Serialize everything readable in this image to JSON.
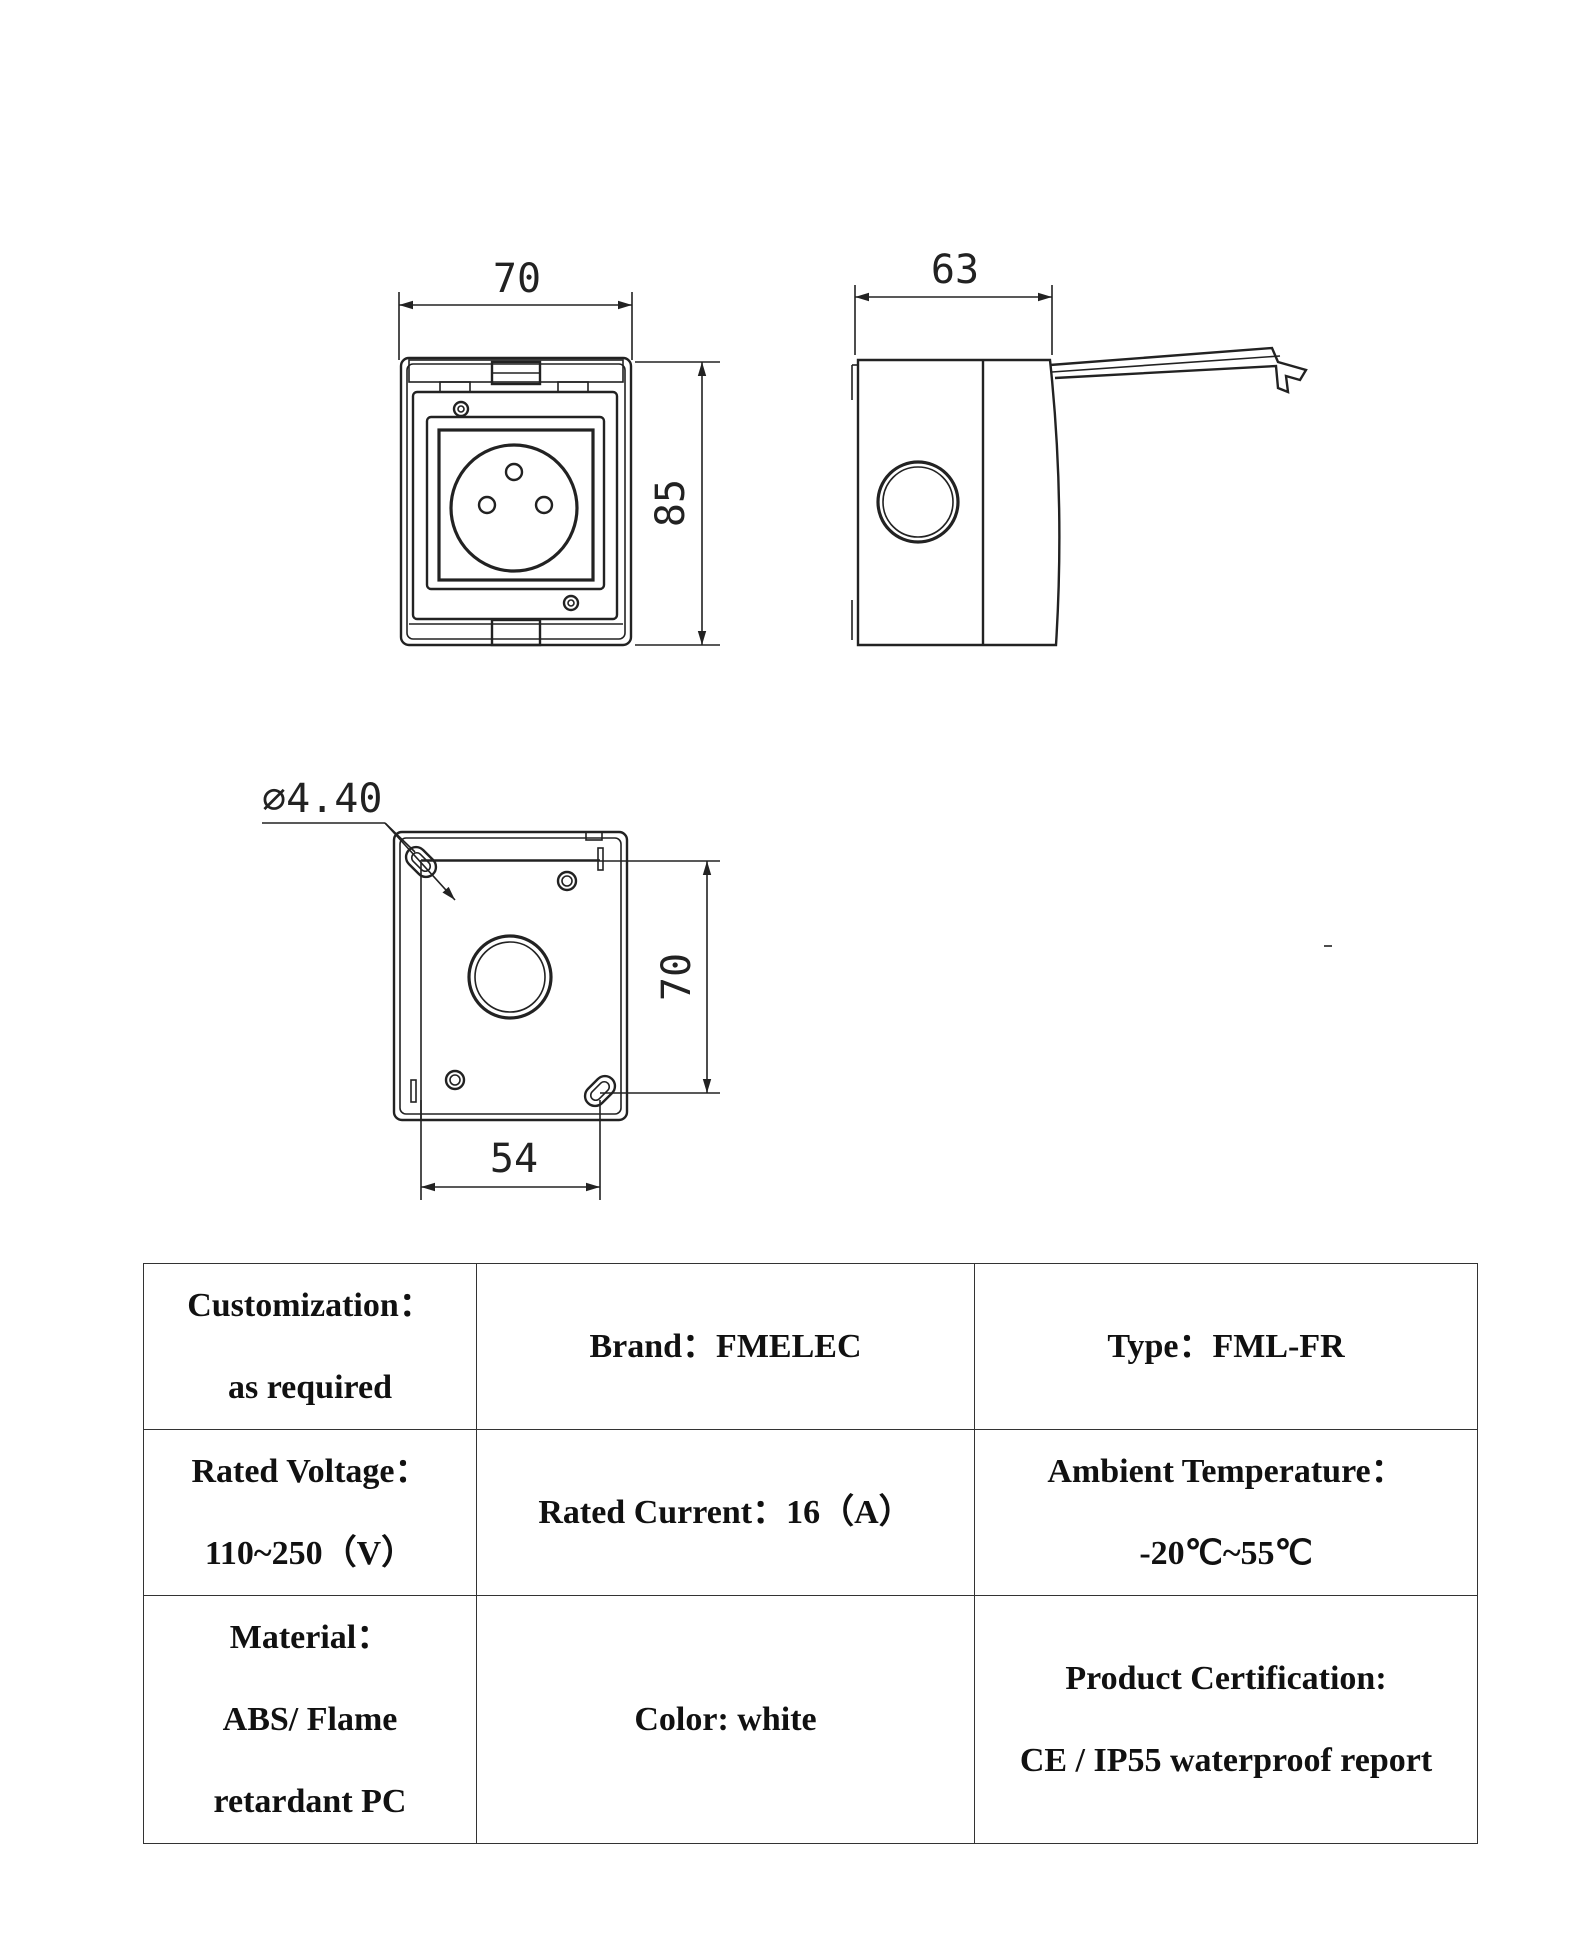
{
  "drawing": {
    "front_width": "70",
    "front_height": "85",
    "side_depth": "63",
    "hole_diameter": "∅4.40",
    "back_height": "70",
    "back_width": "54"
  },
  "specs": {
    "customization_label": "Customization：",
    "customization_value": "as required",
    "brand": "Brand：FMELEC",
    "type": "Type：FML-FR",
    "voltage_label": "Rated Voltage：",
    "voltage_value": "110~250（V）",
    "current": "Rated Current：16（A）",
    "temperature_label": "Ambient Temperature：",
    "temperature_value": "-20℃~55℃",
    "material_label": "Material：",
    "material_line1": "ABS/ Flame",
    "material_line2": "retardant PC",
    "color": "Color: white",
    "certification_label": "Product Certification:",
    "certification_value": "CE / IP55 waterproof report"
  }
}
